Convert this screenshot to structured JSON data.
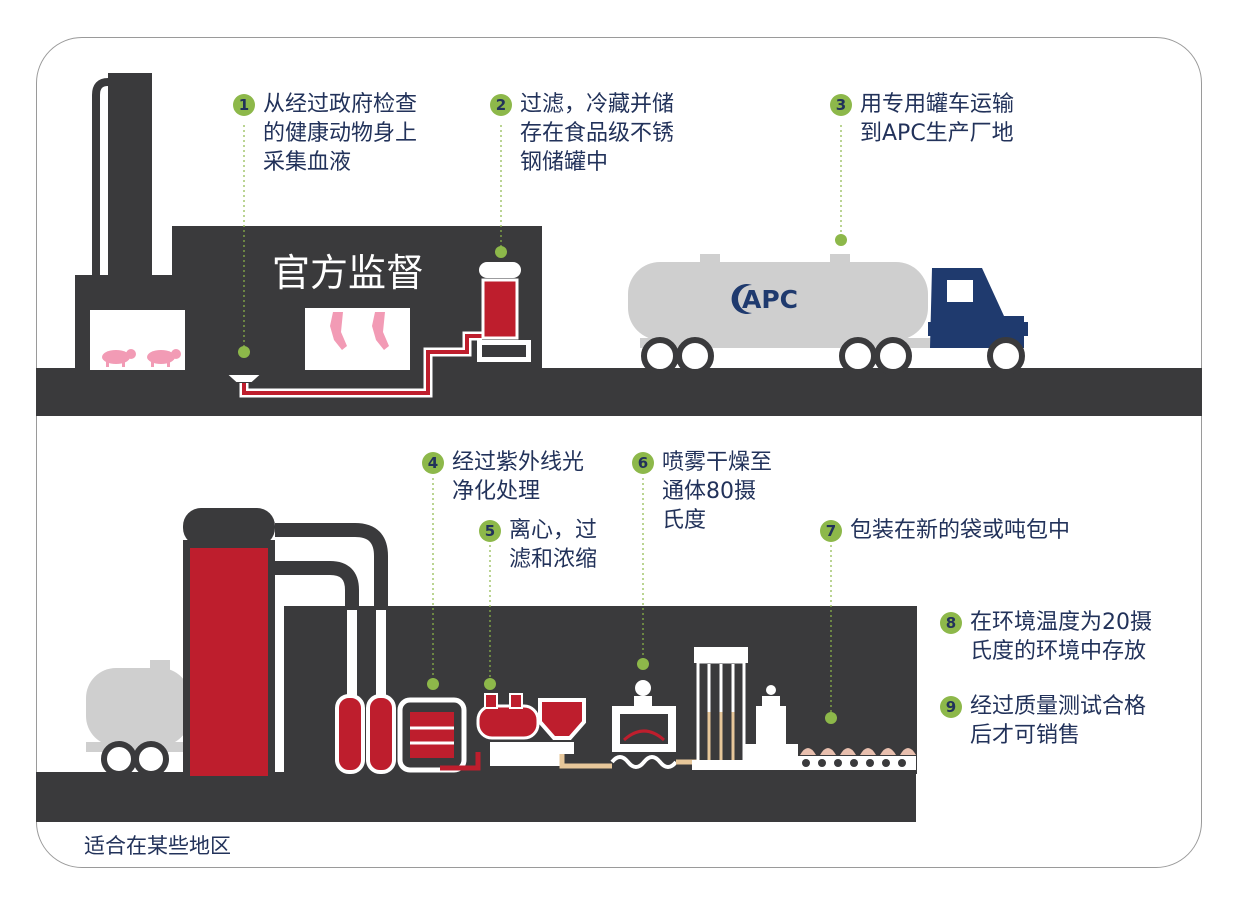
{
  "steps": [
    {
      "num": "1",
      "text": "从经过政府检查\n的健康动物身上\n采集血液"
    },
    {
      "num": "2",
      "text": "过滤，冷藏并储\n存在食品级不锈\n钢储罐中"
    },
    {
      "num": "3",
      "text": "用专用罐车运输\n到APC生产厂地"
    },
    {
      "num": "4",
      "text": "经过紫外线光\n净化处理"
    },
    {
      "num": "5",
      "text": "离心，过\n滤和浓缩"
    },
    {
      "num": "6",
      "text": "喷雾干燥至\n通体80摄\n氏度"
    },
    {
      "num": "7",
      "text": "包装在新的袋或吨包中"
    },
    {
      "num": "8",
      "text": "在环境温度为20摄\n氏度的环境中存放"
    },
    {
      "num": "9",
      "text": "经过质量测试合格\n后才可销售"
    }
  ],
  "facility_label": "官方监督",
  "truck_logo": "APC",
  "footer_note": "适合在某些地区",
  "colors": {
    "dark": "#3a3a3c",
    "red": "#be1e2d",
    "navy": "#1f3a6e",
    "green_dot": "#8db84a",
    "tank_gray": "#cfcfcf",
    "pink": "#f29bb5",
    "text": "#22325a"
  }
}
